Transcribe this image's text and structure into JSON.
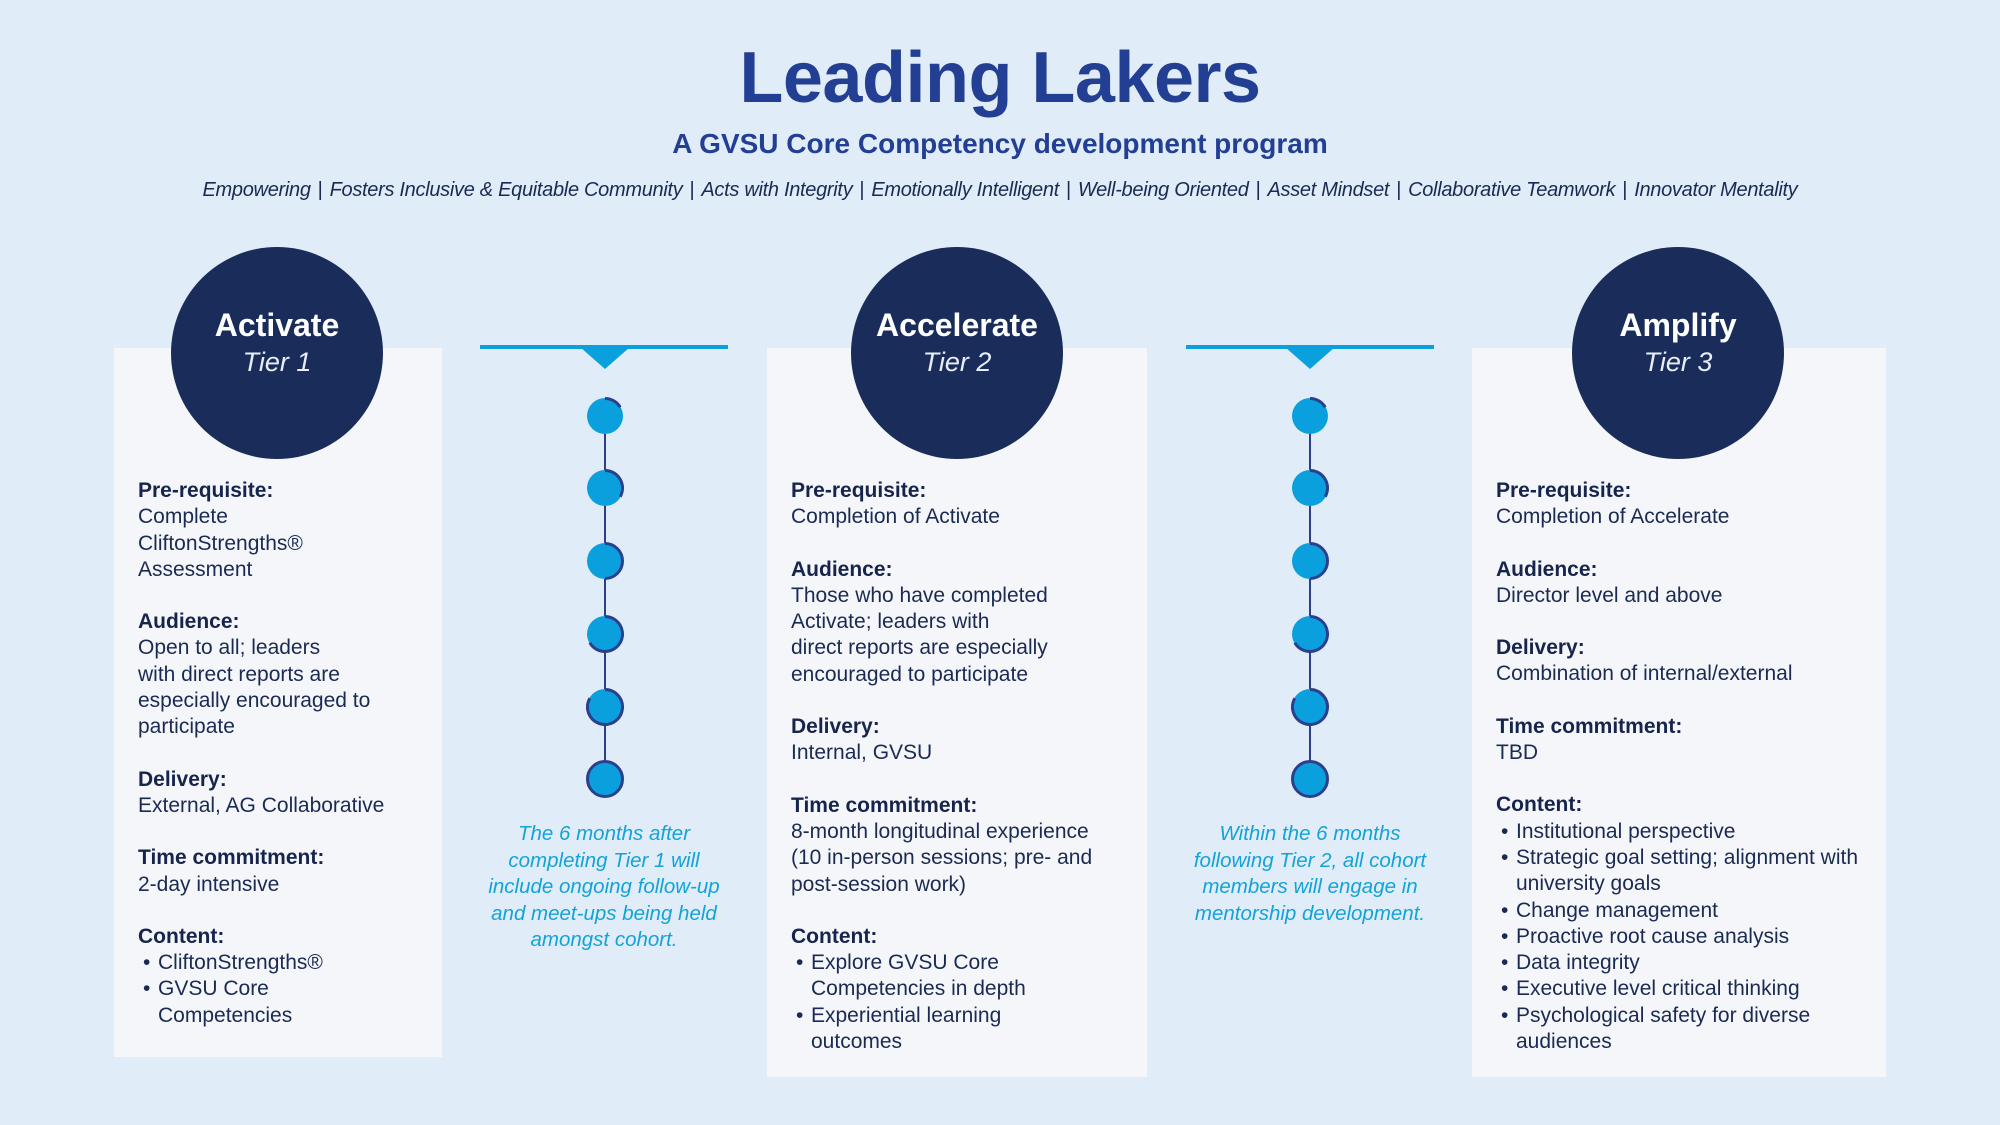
{
  "header": {
    "title": "Leading Lakers",
    "subtitle": "A GVSU Core Competency development program",
    "values": [
      "Empowering",
      "Fosters Inclusive & Equitable Community",
      "Acts with Integrity",
      "Emotionally Intelligent",
      "Well-being Oriented",
      "Asset Mindset",
      "Collaborative Teamwork",
      "Innovator Mentality"
    ],
    "separator": "|"
  },
  "colors": {
    "background": "#e0ecf8",
    "title": "#233f94",
    "circle": "#1a2d5a",
    "card": "#f4f6f9",
    "accent": "#0aa0de",
    "note_text": "#13a3d8",
    "dot_ring": "#2b3f8c",
    "body_text": "#1a2a52"
  },
  "tiers": [
    {
      "name": "Activate",
      "tier": "Tier 1",
      "sections": [
        {
          "label": "Pre-requisite:",
          "value": "Complete\nCliftonStrengths®\nAssessment"
        },
        {
          "label": "Audience:",
          "value": "Open to all; leaders\nwith direct reports are\nespecially encouraged to\nparticipate"
        },
        {
          "label": "Delivery:",
          "value": "External, AG Collaborative"
        },
        {
          "label": "Time commitment:",
          "value": "2-day intensive"
        }
      ],
      "content_label": "Content:",
      "content": [
        "CliftonStrengths®",
        "GVSU Core Competencies"
      ]
    },
    {
      "name": "Accelerate",
      "tier": "Tier 2",
      "sections": [
        {
          "label": "Pre-requisite:",
          "value": "Completion of Activate"
        },
        {
          "label": "Audience:",
          "value": "Those who have completed\nActivate; leaders with\ndirect reports are especially\nencouraged to participate"
        },
        {
          "label": "Delivery:",
          "value": "Internal, GVSU"
        },
        {
          "label": "Time commitment:",
          "value": "8-month longitudinal experience\n(10 in-person sessions; pre- and\npost-session work)"
        }
      ],
      "content_label": "Content:",
      "content": [
        "Explore GVSU Core Competencies in depth",
        "Experiential learning outcomes"
      ]
    },
    {
      "name": "Amplify",
      "tier": "Tier 3",
      "sections": [
        {
          "label": "Pre-requisite:",
          "value": "Completion of Accelerate"
        },
        {
          "label": "Audience:",
          "value": "Director level and above"
        },
        {
          "label": "Delivery:",
          "value": "Combination of internal/external"
        },
        {
          "label": "Time commitment:",
          "value": "TBD"
        }
      ],
      "content_label": "Content:",
      "content": [
        "Institutional perspective",
        "Strategic goal setting; alignment with university goals",
        "Change management",
        "Proactive root cause analysis",
        "Data integrity",
        "Executive level critical thinking",
        "Psychological safety for diverse audiences"
      ]
    }
  ],
  "connectors": [
    {
      "steps": 6,
      "note": "The 6 months after completing Tier 1 will include ongoing follow-up and meet-ups being held amongst cohort."
    },
    {
      "steps": 6,
      "note": "Within the 6 months following Tier 2, all cohort members will engage in mentorship development."
    }
  ]
}
